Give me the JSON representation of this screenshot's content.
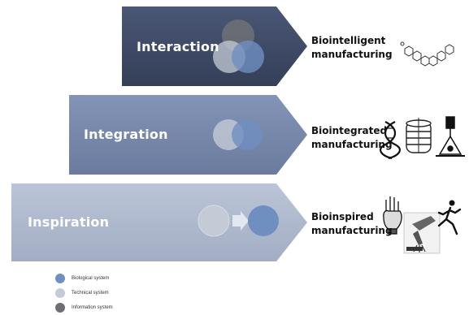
{
  "levels": [
    {
      "label": "Interaction",
      "side_line1": "Biointelligent",
      "side_line2": "manufacturing"
    },
    {
      "label": "Integration",
      "side_line1": "Biointegrated",
      "side_line2": "manufacturing"
    },
    {
      "label": "Inspiration",
      "side_line1": "Bioinspired",
      "side_line2": "manufacturing"
    }
  ],
  "legend": [
    {
      "label": "Biological system",
      "color": "#6f8fc0"
    },
    {
      "label": "Technical system",
      "color": "#c5cbd6"
    },
    {
      "label": "Information system",
      "color": "#6d6f75"
    }
  ],
  "colors": {
    "interaction_arrow": "#3f4b66",
    "integration_arrow": "#7384a8",
    "inspiration_arrow": "#aab4c9"
  },
  "icons": [
    "molecule-chain-icon",
    "dna-icon",
    "bioreactor-icon",
    "bioprinter-icon",
    "robotic-hand-icon",
    "robot-arm-icon",
    "runner-icon"
  ]
}
